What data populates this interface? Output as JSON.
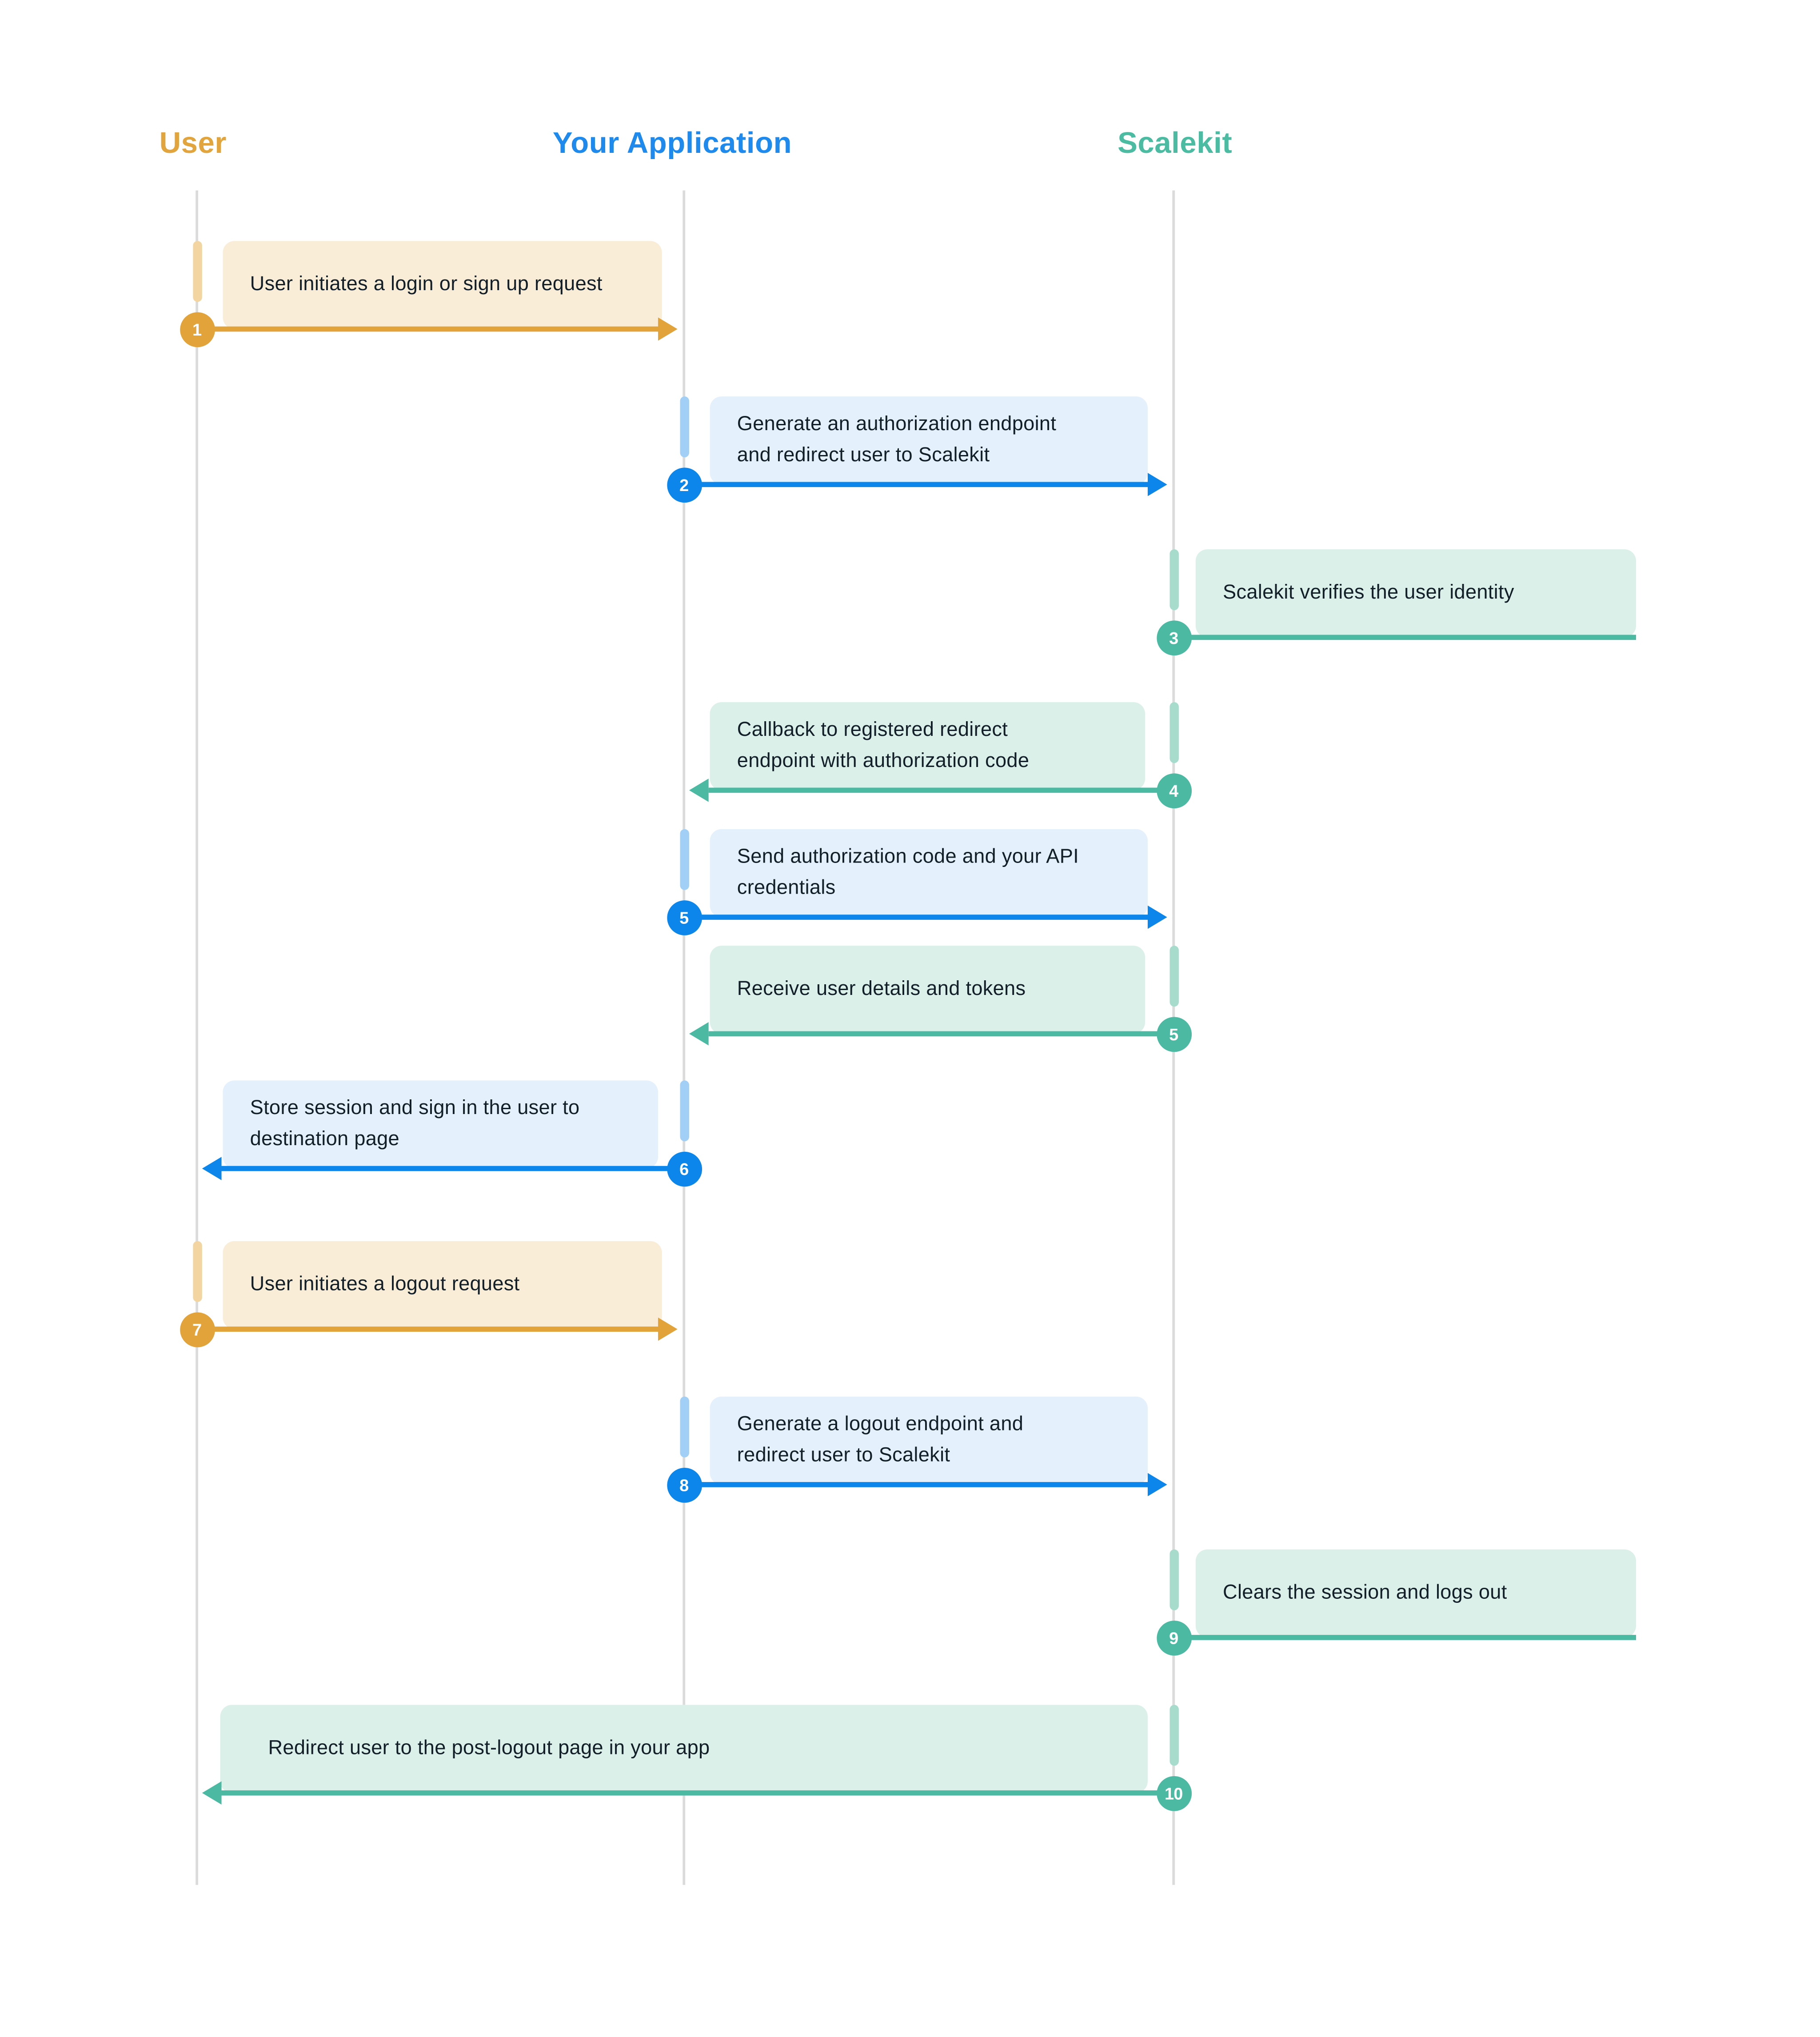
{
  "diagram": {
    "actors": [
      {
        "id": "user",
        "label": "User",
        "color": "#E2A43C",
        "bar_color": "#F2D5A0",
        "box_bg": "#F9EDD8"
      },
      {
        "id": "application",
        "label": "Your Application",
        "color": "#1E8AEE",
        "bar_color": "#A2CFF5",
        "box_bg": "#E4F1FC"
      },
      {
        "id": "scalekit",
        "label": "Scalekit",
        "color": "#4BBBA2",
        "bar_color": "#A7DCCD",
        "box_bg": "#DCF0EA"
      }
    ],
    "lifeline_color": "#DBDBDB",
    "steps": [
      {
        "number": "1",
        "color": "orange",
        "from": "User",
        "to": "Your Application",
        "text": "User initiates a login or sign up request"
      },
      {
        "number": "2",
        "color": "blue",
        "from": "Your Application",
        "to": "Scalekit",
        "text": "Generate an authorization endpoint\nand redirect user to Scalekit"
      },
      {
        "number": "3",
        "color": "teal",
        "from": "Scalekit",
        "to": "Scalekit",
        "text": "Scalekit verifies the user identity"
      },
      {
        "number": "4",
        "color": "teal",
        "from": "Scalekit",
        "to": "Your Application",
        "text": "Callback to registered redirect\nendpoint with authorization code"
      },
      {
        "number": "5",
        "color": "blue",
        "from": "Your Application",
        "to": "Scalekit",
        "text": "Send authorization code and your API\ncredentials"
      },
      {
        "number": "5",
        "color": "teal",
        "from": "Scalekit",
        "to": "Your Application",
        "text": "Receive user details and tokens"
      },
      {
        "number": "6",
        "color": "blue",
        "from": "Your Application",
        "to": "User",
        "text": "Store session and sign in the user to\ndestination page"
      },
      {
        "number": "7",
        "color": "orange",
        "from": "User",
        "to": "Your Application",
        "text": "User initiates a logout request"
      },
      {
        "number": "8",
        "color": "blue",
        "from": "Your Application",
        "to": "Scalekit",
        "text": "Generate a logout endpoint and\nredirect user to Scalekit"
      },
      {
        "number": "9",
        "color": "teal",
        "from": "Scalekit",
        "to": "Scalekit",
        "text": "Clears the session and logs out"
      },
      {
        "number": "10",
        "color": "teal",
        "from": "Scalekit",
        "to": "User",
        "text": "Redirect user to the post-logout page in your app"
      }
    ]
  }
}
